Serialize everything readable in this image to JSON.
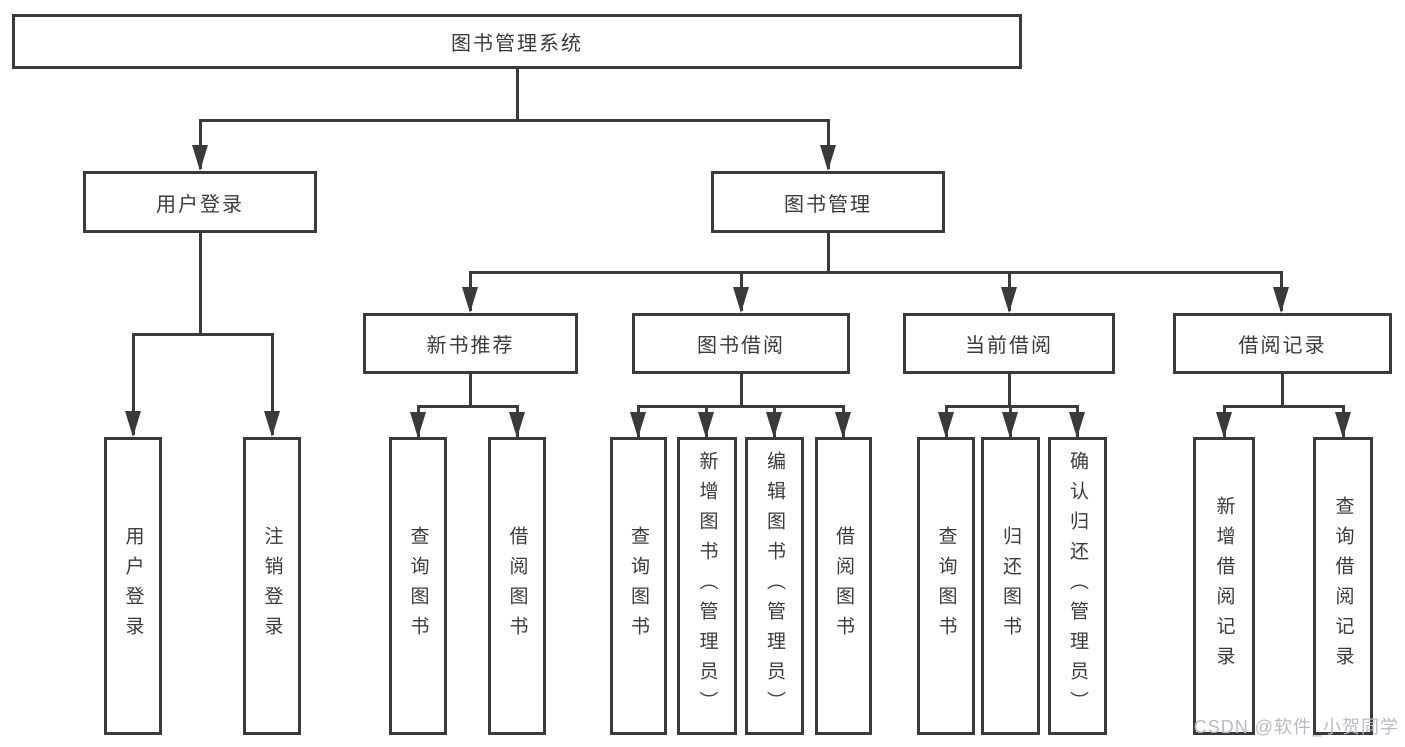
{
  "nodes": {
    "root": "图书管理系统",
    "user_login": "用户登录",
    "book_mgmt": "图书管理",
    "new_book": "新书推荐",
    "book_borrow": "图书借阅",
    "current_borrow": "当前借阅",
    "borrow_record": "借阅记录",
    "leaf_user_login": "用户登录",
    "leaf_logout": "注销登录",
    "leaf_nb_query": "查询图书",
    "leaf_nb_borrow": "借阅图书",
    "leaf_bb_query": "查询图书",
    "leaf_bb_add": "新增图书（管理员）",
    "leaf_bb_edit": "编辑图书（管理员）",
    "leaf_bb_borrow": "借阅图书",
    "leaf_cb_query": "查询图书",
    "leaf_cb_return": "归还图书",
    "leaf_cb_confirm": "确认归还（管理员）",
    "leaf_br_add": "新增借阅记录",
    "leaf_br_query": "查询借阅记录"
  },
  "watermark": "CSDN @软件_小贺同学",
  "colors": {
    "line": "#3a3a3a",
    "text": "#3b3b3b",
    "watermark": "#b7bcc4",
    "background": "#ffffff"
  }
}
